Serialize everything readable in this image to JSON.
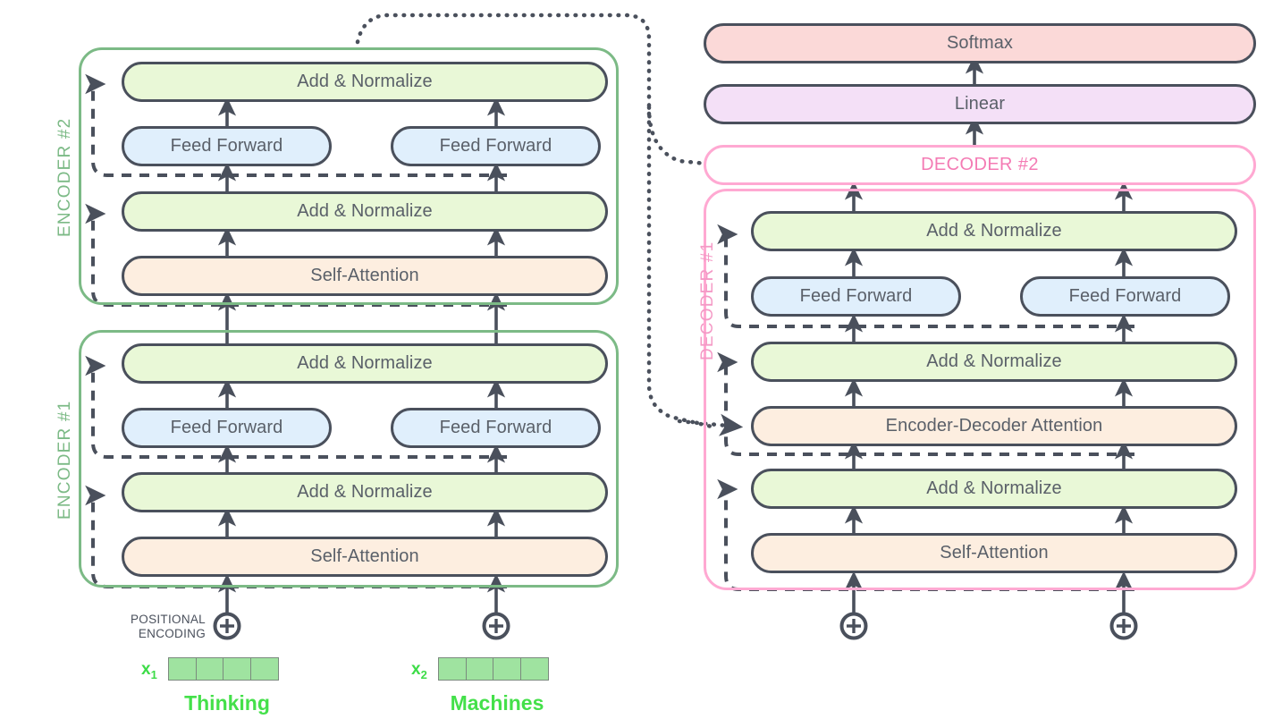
{
  "diagram": {
    "title": "Transformer encoder-decoder architecture",
    "colors": {
      "encoder_border": "#7cba86",
      "decoder_border": "#ffa9d2",
      "decoder_text": "#f47bb4",
      "box_stroke": "#4a505c",
      "addnorm_fill": "#e9f8d7",
      "feedforward_fill": "#e0effc",
      "attention_fill": "#fdeee0",
      "softmax_fill": "#fbd9d8",
      "linear_fill": "#f4e0f7",
      "embedding_fill": "#9fe3a0",
      "word_text": "#44e04a"
    }
  },
  "encoder_stack": {
    "blocks": [
      {
        "label": "ENCODER #2",
        "rows": [
          {
            "type": "add_norm",
            "label": "Add & Normalize"
          },
          {
            "type": "feed_forward",
            "labels": [
              "Feed Forward",
              "Feed Forward"
            ]
          },
          {
            "type": "add_norm",
            "label": "Add & Normalize"
          },
          {
            "type": "attention",
            "label": "Self-Attention"
          }
        ]
      },
      {
        "label": "ENCODER #1",
        "rows": [
          {
            "type": "add_norm",
            "label": "Add & Normalize"
          },
          {
            "type": "feed_forward",
            "labels": [
              "Feed Forward",
              "Feed Forward"
            ]
          },
          {
            "type": "add_norm",
            "label": "Add & Normalize"
          },
          {
            "type": "attention",
            "label": "Self-Attention"
          }
        ]
      }
    ]
  },
  "decoder_stack": {
    "top_blocks": [
      {
        "label": "Softmax",
        "fill": "softmax"
      },
      {
        "label": "Linear",
        "fill": "linear"
      }
    ],
    "decoder2": {
      "label": "DECODER #2"
    },
    "decoder1": {
      "label": "DECODER #1",
      "rows": [
        {
          "type": "add_norm",
          "label": "Add & Normalize"
        },
        {
          "type": "feed_forward",
          "labels": [
            "Feed Forward",
            "Feed Forward"
          ]
        },
        {
          "type": "add_norm",
          "label": "Add & Normalize"
        },
        {
          "type": "attention",
          "label": "Encoder-Decoder Attention"
        },
        {
          "type": "add_norm",
          "label": "Add & Normalize"
        },
        {
          "type": "attention",
          "label": "Self-Attention"
        }
      ]
    }
  },
  "inputs": {
    "positional_encoding_label_line1": "POSITIONAL",
    "positional_encoding_label_line2": "ENCODING",
    "plus_symbol": "+",
    "tokens": [
      {
        "var": "x",
        "index": "1",
        "word": "Thinking",
        "cells": 4
      },
      {
        "var": "x",
        "index": "2",
        "word": "Machines",
        "cells": 4
      }
    ]
  }
}
